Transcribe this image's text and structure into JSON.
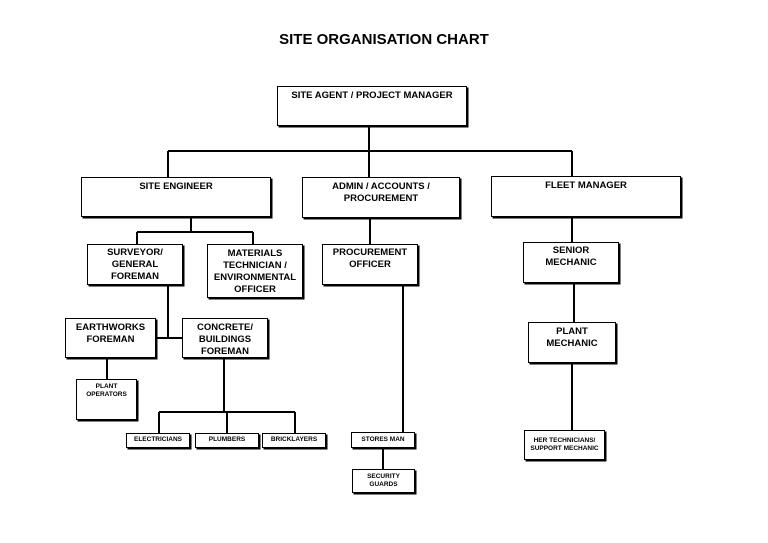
{
  "title": "SITE ORGANISATION CHART",
  "nodes": {
    "site_agent": "SITE AGENT / PROJECT MANAGER",
    "site_engineer": "SITE ENGINEER",
    "admin": "ADMIN / ACCOUNTS / PROCUREMENT",
    "fleet_manager": "FLEET MANAGER",
    "surveyor": "SURVEYOR/ GENERAL FOREMAN",
    "materials": "MATERIALS TECHNICIAN / ENVIRONMENTAL OFFICER",
    "procurement_officer": "PROCUREMENT OFFICER",
    "senior_mechanic": "SENIOR MECHANIC",
    "earthworks": "EARTHWORKS FOREMAN",
    "concrete": "CONCRETE/ BUILDINGS FOREMAN",
    "plant_mechanic": "PLANT MECHANIC",
    "plant_operators": "PLANT OPERATORS",
    "electricians": "ELECTRICIANS",
    "plumbers": "PLUMBERS",
    "bricklayers": "BRICKLAYERS",
    "stores_man": "STORES MAN",
    "security_guards": "SECURITY GUARDS",
    "her_technicians": "HER TECHNICIANS/ SUPPORT MECHANIC"
  }
}
